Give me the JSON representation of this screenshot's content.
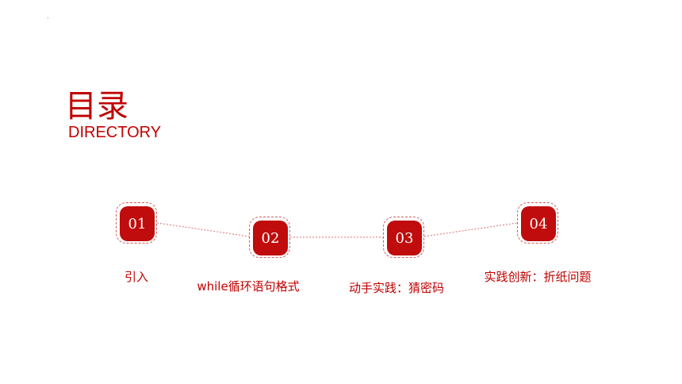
{
  "header": {
    "title": "目录",
    "subtitle": "DIRECTORY"
  },
  "items": [
    {
      "number": "01",
      "label": "引入"
    },
    {
      "number": "02",
      "label": "while循环语句格式"
    },
    {
      "number": "03",
      "label": "动手实践：猜密码"
    },
    {
      "number": "04",
      "label": "实践创新：折纸问题"
    }
  ],
  "colors": {
    "accent": "#c00000",
    "node_fill": "#c00c0c",
    "connector": "#e07070"
  }
}
